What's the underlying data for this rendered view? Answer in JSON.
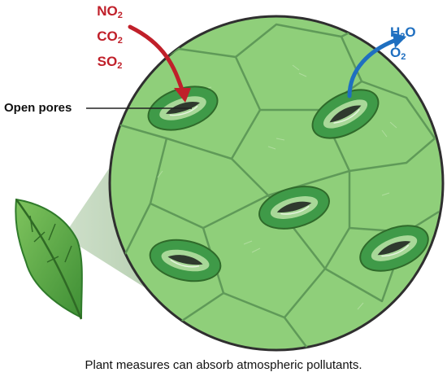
{
  "inputs": {
    "gases": [
      {
        "symbol": "NO",
        "sub": "2"
      },
      {
        "symbol": "CO",
        "sub": "2"
      },
      {
        "symbol": "SO",
        "sub": "2"
      }
    ],
    "color": "#c0202a"
  },
  "outputs": {
    "gases": [
      {
        "symbol": "H",
        "sub": "2",
        "suffix": "O"
      },
      {
        "symbol": "O",
        "sub": "2",
        "suffix": ""
      }
    ],
    "color": "#1f6fc0"
  },
  "pores_label": "Open pores",
  "caption": "Plant measures can absorb atmospheric pollutants.",
  "colors": {
    "leaf_surface": "#8fcf7a",
    "cell_wall": "#5f9a58",
    "stomata": "#3f9a48",
    "leaf": "#5aa844"
  }
}
